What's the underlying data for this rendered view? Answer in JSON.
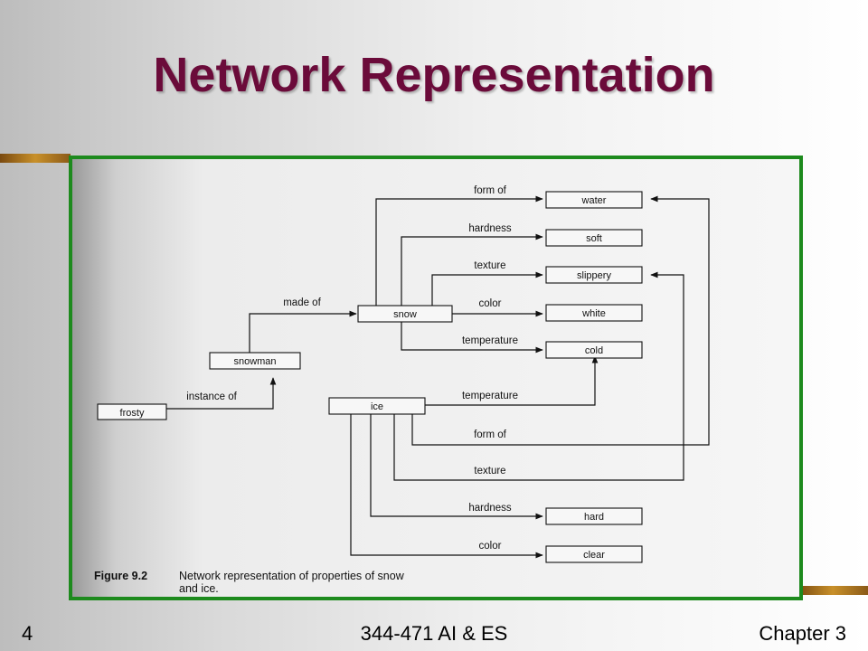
{
  "slide": {
    "title": "Network Representation",
    "number": "4",
    "course": "344-471 AI & ES",
    "chapter": "Chapter 3"
  },
  "diagram": {
    "nodes": {
      "frosty": "frosty",
      "snowman": "snowman",
      "snow": "snow",
      "ice": "ice",
      "water": "water",
      "soft": "soft",
      "slippery": "slippery",
      "white": "white",
      "cold": "cold",
      "hard": "hard",
      "clear": "clear"
    },
    "edges": {
      "instance_of": "instance of",
      "made_of": "made of",
      "form_of": "form of",
      "hardness": "hardness",
      "texture": "texture",
      "color": "color",
      "temperature": "temperature"
    },
    "caption": {
      "figure": "Figure 9.2",
      "line1": "Network representation of properties of snow",
      "line2": "and ice."
    }
  }
}
